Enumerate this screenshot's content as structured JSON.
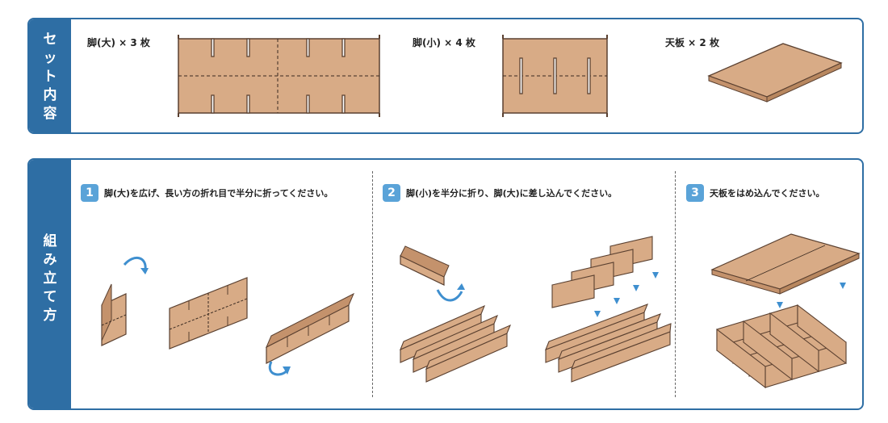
{
  "contents": {
    "title": [
      "セ",
      "ッ",
      "ト",
      "内",
      "容"
    ],
    "items": [
      {
        "label": "脚(大) × 3 枚"
      },
      {
        "label": "脚(小) × 4 枚"
      },
      {
        "label": "天板 × 2 枚"
      }
    ]
  },
  "assembly": {
    "title": [
      "組",
      "み",
      "立",
      "て",
      "方"
    ],
    "steps": [
      {
        "num": "1",
        "text": "脚(大)を広げ、長い方の折れ目で半分に折ってください。"
      },
      {
        "num": "2",
        "text": "脚(小)を半分に折り、脚(大)に差し込んでください。"
      },
      {
        "num": "3",
        "text": "天板をはめ込んでください。"
      }
    ]
  },
  "colors": {
    "accent": "#2e6ea4",
    "step_badge": "#5aa3d8",
    "cardboard": "#d8ab86",
    "cardboard_edge": "#5a4030",
    "arrow": "#3f8fcf"
  }
}
